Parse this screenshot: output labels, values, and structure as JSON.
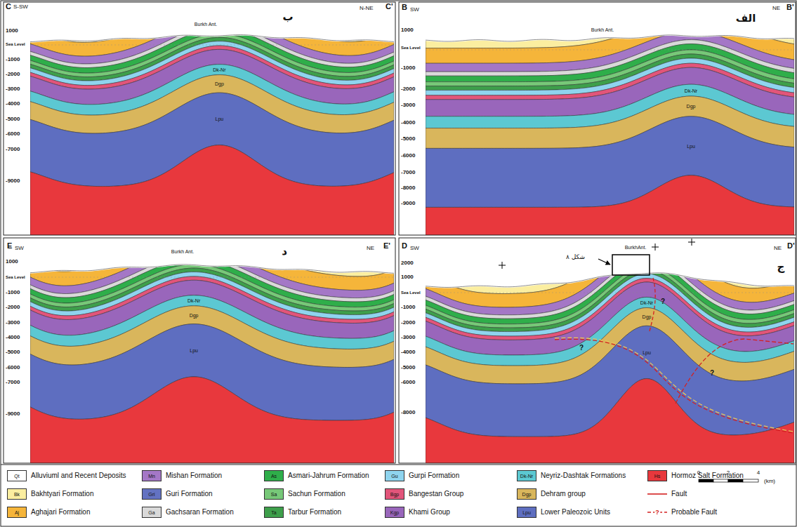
{
  "diagram": {
    "labels": [
      "C",
      "S-SW",
      "N-NE",
      "C'",
      "ب",
      "Burkh Ant.",
      "1000",
      "Sea Level",
      "-1000",
      "-2000",
      "-3000",
      "-4000",
      "-5000",
      "-6000",
      "-7000",
      "-9000",
      "Dk-Nr",
      "Dgp",
      "Lpu",
      "B",
      "SW",
      "NE",
      "B'",
      "الف",
      "Burkh Ant.",
      "1000",
      "Sea Level",
      "-1000",
      "-2000",
      "-3000",
      "-4000",
      "-5000",
      "-6000",
      "-7000",
      "-8000",
      "-9000",
      "Dk-Nr",
      "Dgp",
      "Lpu",
      "E",
      "SW",
      "NE",
      "E'",
      "د",
      "Burkh Ant.",
      "1000",
      "Sea Level",
      "-1000",
      "-2000",
      "-3000",
      "-4000",
      "-5000",
      "-6000",
      "-7000",
      "-9000",
      "Dk-Nr",
      "Dgp",
      "Lpu",
      "D",
      "SW",
      "NE",
      "D'",
      "ج",
      "BurkhAnt.",
      "2000",
      "1000",
      "Sea Level",
      "-1000",
      "-2000",
      "-3000",
      "-4000",
      "-5000",
      "-6000",
      "-8000",
      "Dk-Nr",
      "Dgp",
      "Lpu",
      "شکل ۸",
      "?",
      "?",
      "?",
      "Qt",
      "Bk",
      "Aj",
      "Mn",
      "Gri",
      "Ga",
      "As",
      "Sa",
      "Ta",
      "Gu",
      "Bgp",
      "Kgp",
      "Dk-Nr",
      "Dgp",
      "Lpu",
      "Hs",
      "?",
      "0",
      "2",
      "4",
      "(km)"
    ],
    "legend": [
      {
        "text": "Alluviuml and Recent Deposits",
        "color": "#ffffff"
      },
      {
        "text": "Bakhtyari Formation",
        "color": "#fbeea0"
      },
      {
        "text": "Aghajari Formation",
        "color": "#f5b53a"
      },
      {
        "text": "Mishan Formation",
        "color": "#a477c6"
      },
      {
        "text": "Guri Formation",
        "color": "#6372c2"
      },
      {
        "text": "Gachsaran Formation",
        "color": "#d9d9d9"
      },
      {
        "text": "Asmari-Jahrum Formation",
        "color": "#2fae4a"
      },
      {
        "text": "Sachun Formation",
        "color": "#77c878"
      },
      {
        "text": "Tarbur Formation",
        "color": "#3e9f4b"
      },
      {
        "text": "Gurpi Formation",
        "color": "#8fd4ee"
      },
      {
        "text": "Bangestan Group",
        "color": "#e2557a"
      },
      {
        "text": "Khami Group",
        "color": "#9966bb"
      },
      {
        "text": "Neyriz-Dashtak Formations",
        "color": "#5cc8d2"
      },
      {
        "text": "Dehram group",
        "color": "#d9b65c"
      },
      {
        "text": "Lower Paleozoic Units",
        "color": "#5e6ec0"
      },
      {
        "text": "Hormoz Salt Formation",
        "color": "#e8383d"
      },
      {
        "text": "Fault"
      },
      {
        "text": "Probable Fault"
      }
    ]
  }
}
